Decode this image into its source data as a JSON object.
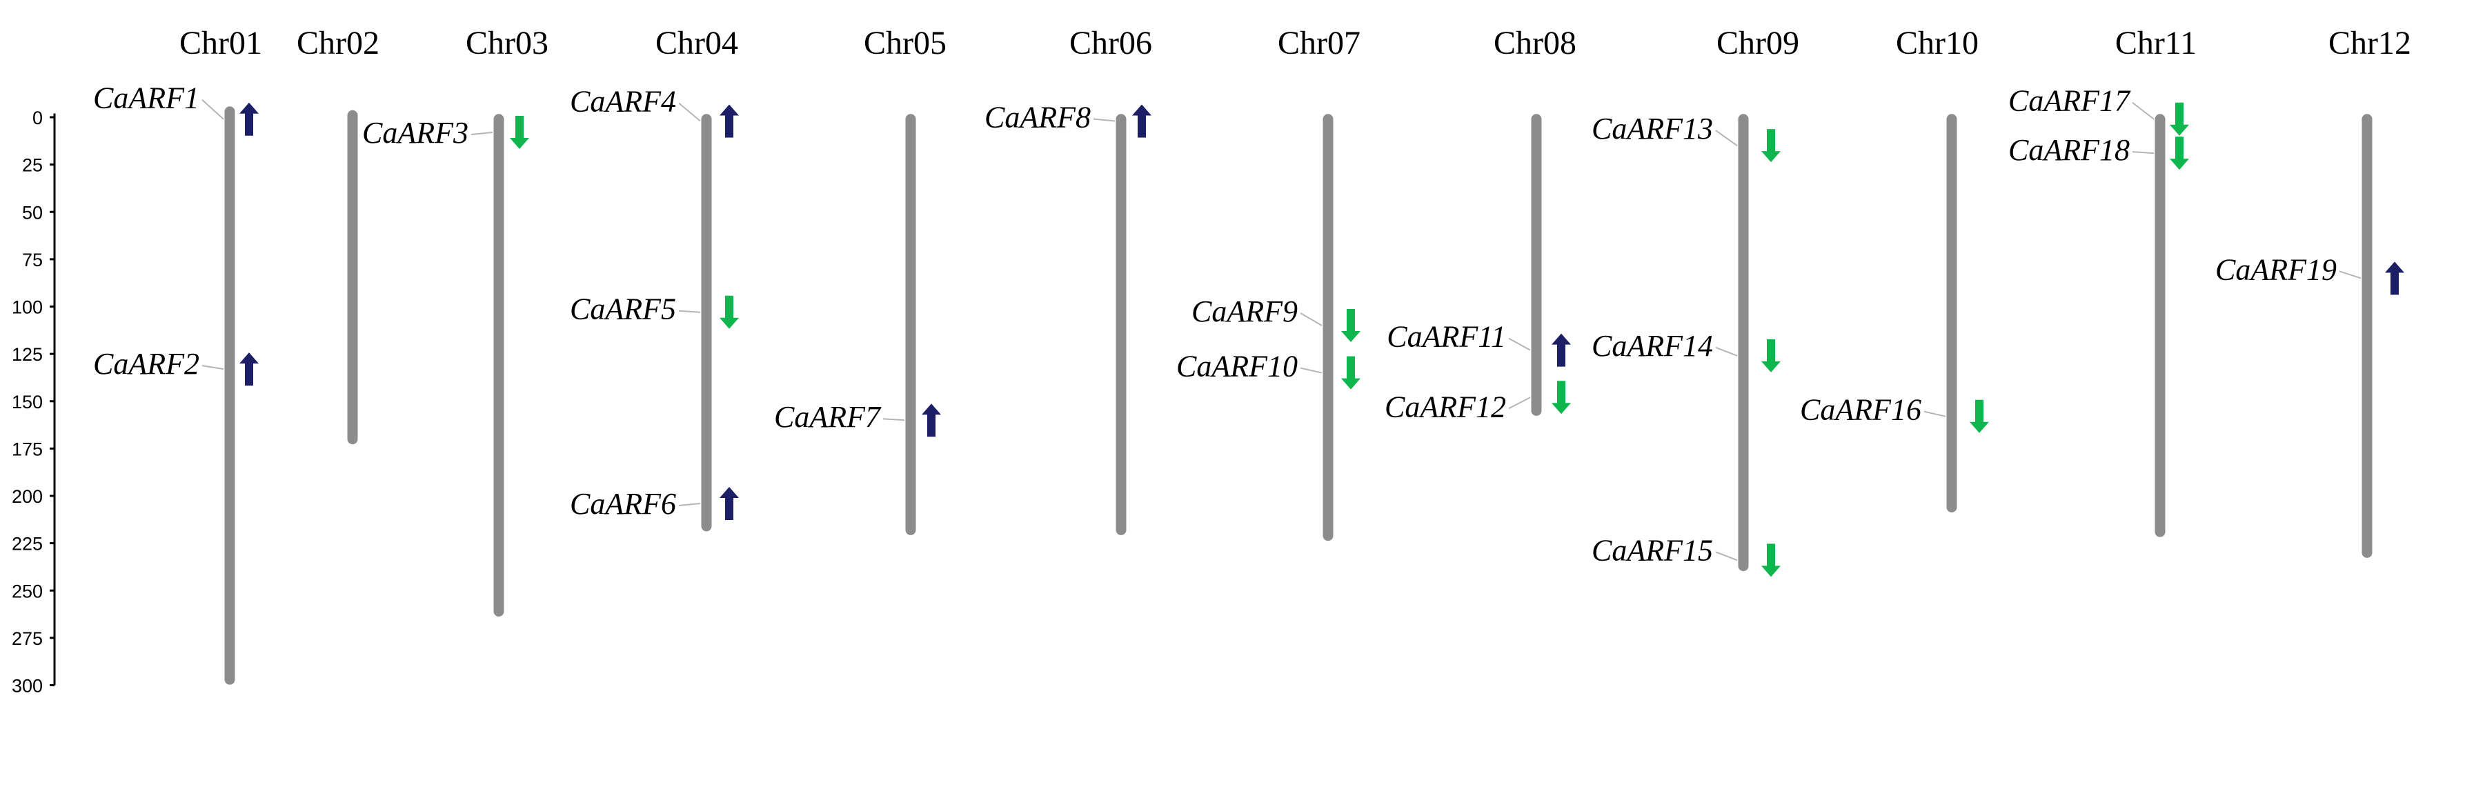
{
  "axis": {
    "ticks": [
      "0",
      "25",
      "50",
      "75",
      "100",
      "125",
      "150",
      "175",
      "200",
      "225",
      "250",
      "275",
      "300"
    ]
  },
  "colors": {
    "chromosome": "#8c8c8c",
    "forward_strand": "#1c1f66",
    "reverse_strand": "#0fb64e",
    "leader_line": "#b5b5b5"
  },
  "chromosomes": [
    {
      "name": "Chr01",
      "start": -3,
      "end": 297
    },
    {
      "name": "Chr02",
      "start": -1,
      "end": 170
    },
    {
      "name": "Chr03",
      "start": 1,
      "end": 261
    },
    {
      "name": "Chr04",
      "start": 1,
      "end": 216
    },
    {
      "name": "Chr05",
      "start": 1,
      "end": 218
    },
    {
      "name": "Chr06",
      "start": 1,
      "end": 218
    },
    {
      "name": "Chr07",
      "start": 1,
      "end": 221
    },
    {
      "name": "Chr08",
      "start": 1,
      "end": 155
    },
    {
      "name": "Chr09",
      "start": 1,
      "end": 237
    },
    {
      "name": "Chr10",
      "start": 1,
      "end": 206
    },
    {
      "name": "Chr11",
      "start": 1,
      "end": 219
    },
    {
      "name": "Chr12",
      "start": 1,
      "end": 230
    }
  ],
  "genes": [
    {
      "name": "CaARF1",
      "chr": 0,
      "pos": 1,
      "strand": "+"
    },
    {
      "name": "CaARF2",
      "chr": 0,
      "pos": 133,
      "strand": "+"
    },
    {
      "name": "CaARF3",
      "chr": 2,
      "pos": 8,
      "strand": "-"
    },
    {
      "name": "CaARF4",
      "chr": 3,
      "pos": 2,
      "strand": "+"
    },
    {
      "name": "CaARF5",
      "chr": 3,
      "pos": 103,
      "strand": "-"
    },
    {
      "name": "CaARF6",
      "chr": 3,
      "pos": 204,
      "strand": "+"
    },
    {
      "name": "CaARF7",
      "chr": 4,
      "pos": 160,
      "strand": "+"
    },
    {
      "name": "CaARF8",
      "chr": 5,
      "pos": 2,
      "strand": "+"
    },
    {
      "name": "CaARF9",
      "chr": 6,
      "pos": 110,
      "strand": "-"
    },
    {
      "name": "CaARF10",
      "chr": 6,
      "pos": 135,
      "strand": "-"
    },
    {
      "name": "CaARF11",
      "chr": 7,
      "pos": 123,
      "strand": "+"
    },
    {
      "name": "CaARF12",
      "chr": 7,
      "pos": 148,
      "strand": "-"
    },
    {
      "name": "CaARF13",
      "chr": 8,
      "pos": 15,
      "strand": "-"
    },
    {
      "name": "CaARF14",
      "chr": 8,
      "pos": 126,
      "strand": "-"
    },
    {
      "name": "CaARF15",
      "chr": 8,
      "pos": 234,
      "strand": "-"
    },
    {
      "name": "CaARF16",
      "chr": 9,
      "pos": 158,
      "strand": "-"
    },
    {
      "name": "CaARF17",
      "chr": 10,
      "pos": 1,
      "strand": "-"
    },
    {
      "name": "CaARF18",
      "chr": 10,
      "pos": 19,
      "strand": "-"
    },
    {
      "name": "CaARF19",
      "chr": 11,
      "pos": 85,
      "strand": "+"
    }
  ]
}
